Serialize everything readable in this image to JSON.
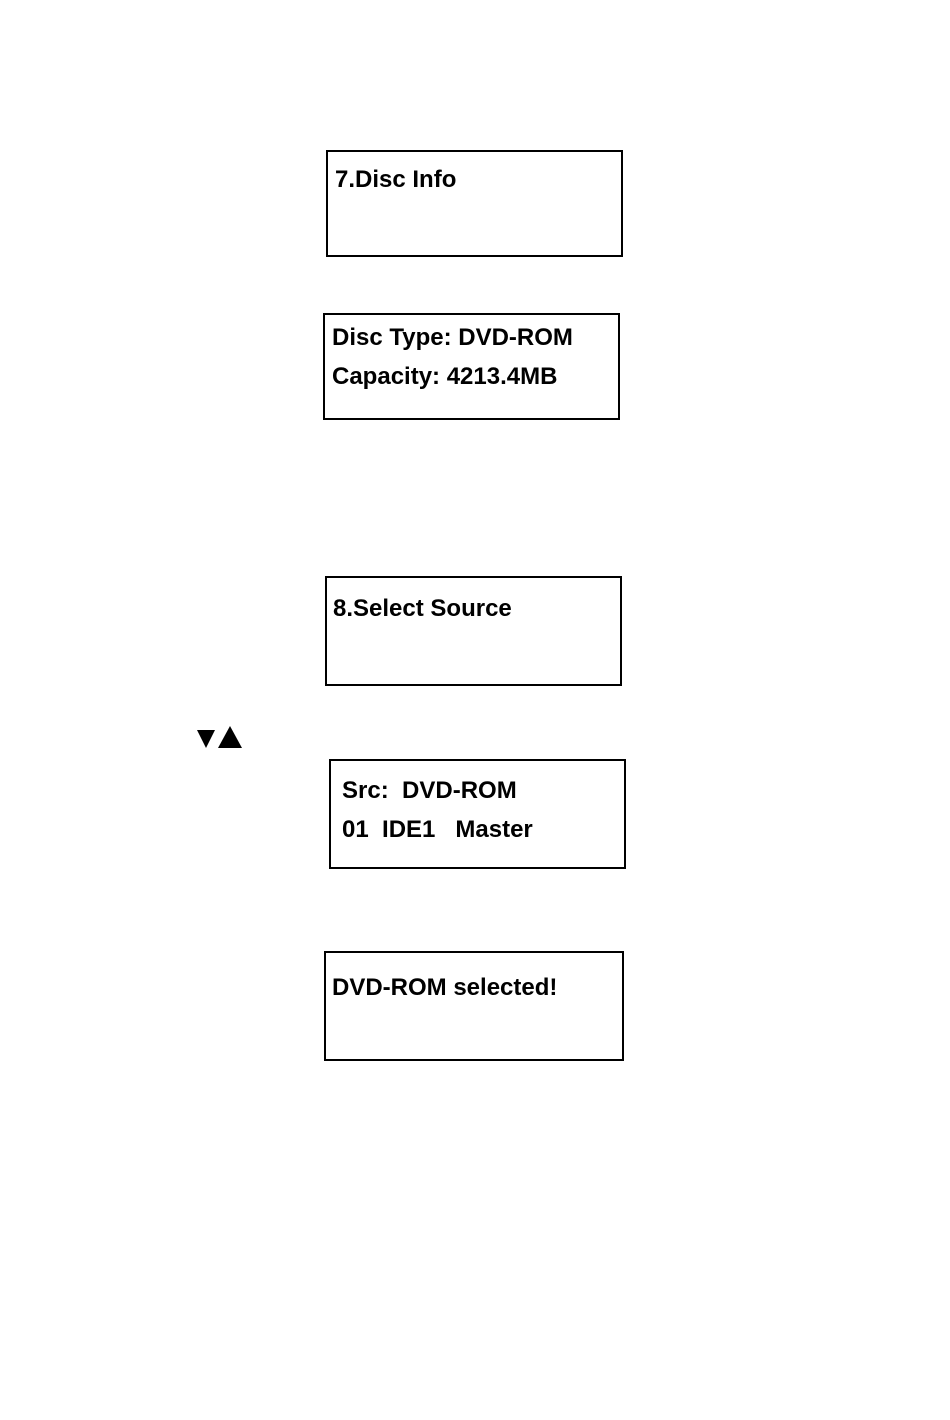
{
  "screens": {
    "disc_info": {
      "line1": "7.Disc Info"
    },
    "disc_detail": {
      "line1": "Disc Type: DVD-ROM",
      "line2": "Capacity: 4213.4MB"
    },
    "select_source": {
      "line1": "8.Select Source"
    },
    "source_detail": {
      "line1": "Src:  DVD-ROM",
      "line2": "01  IDE1   Master"
    },
    "selected": {
      "line1": "DVD-ROM selected!"
    }
  },
  "nav_arrows": {
    "icons": [
      "arrow-down-icon",
      "arrow-up-icon"
    ]
  }
}
